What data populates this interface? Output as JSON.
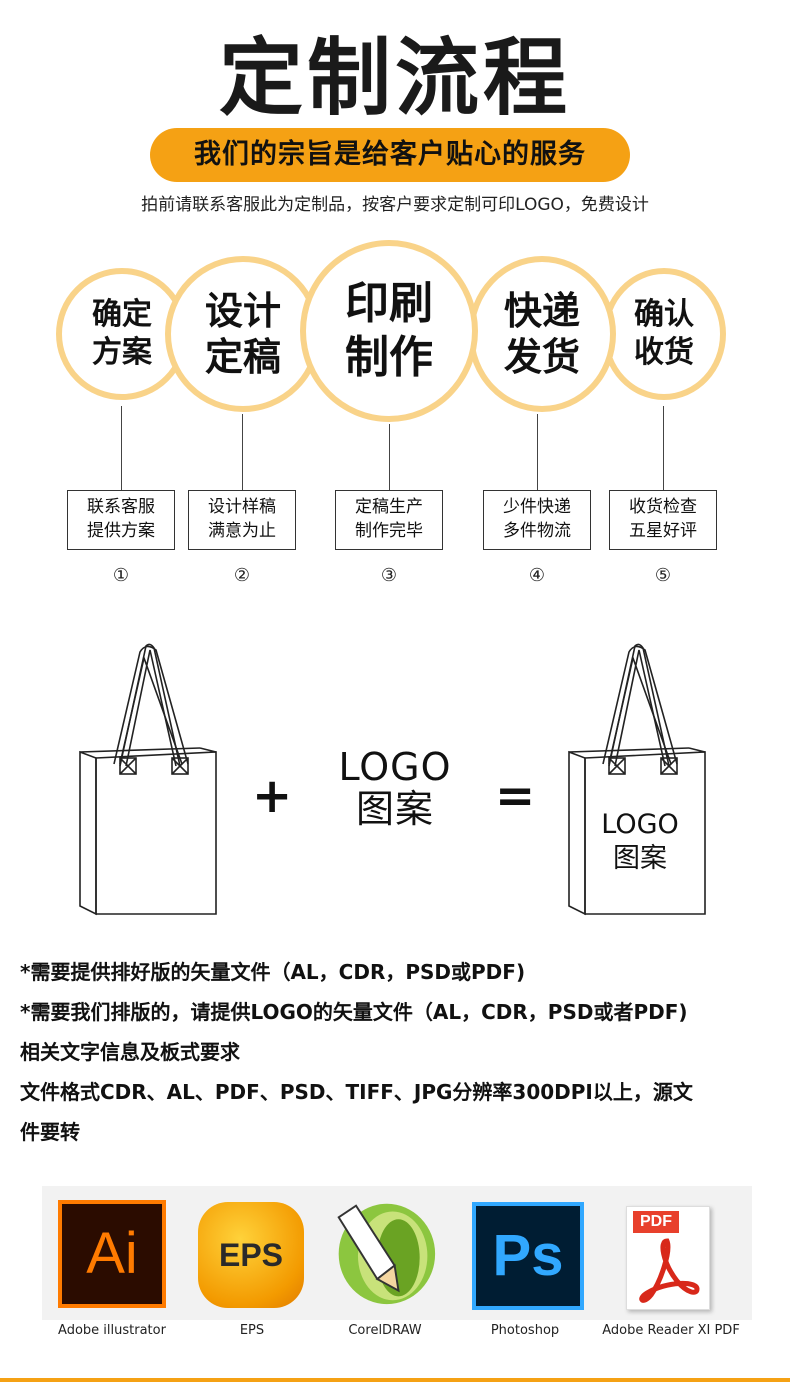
{
  "header": {
    "title": "定制流程",
    "slogan": "我们的宗旨是给客户贴心的服务",
    "note": "拍前请联系客服此为定制品，按客户要求定制可印LOGO，免费设计"
  },
  "steps": [
    {
      "circle_line1": "确定",
      "circle_line2": "方案",
      "box_line1": "联系客服",
      "box_line2": "提供方案",
      "number": "①"
    },
    {
      "circle_line1": "设计",
      "circle_line2": "定稿",
      "box_line1": "设计样稿",
      "box_line2": "满意为止",
      "number": "②"
    },
    {
      "circle_line1": "印刷",
      "circle_line2": "制作",
      "box_line1": "定稿生产",
      "box_line2": "制作完毕",
      "number": "③"
    },
    {
      "circle_line1": "快递",
      "circle_line2": "发货",
      "box_line1": "少件快递",
      "box_line2": "多件物流",
      "number": "④"
    },
    {
      "circle_line1": "确认",
      "circle_line2": "收货",
      "box_line1": "收货检查",
      "box_line2": "五星好评",
      "number": "⑤"
    }
  ],
  "equation": {
    "plus": "+",
    "equals": "=",
    "logo_line1": "LOGO",
    "logo_line2": "图案",
    "bag_logo_line1": "LOGO",
    "bag_logo_line2": "图案"
  },
  "requirements": [
    "*需要提供排好版的矢量文件（AL，CDR，PSD或PDF)",
    "*需要我们排版的，请提供LOGO的矢量文件（AL，CDR，PSD或者PDF)",
    "相关文字信息及板式要求",
    "文件格式CDR、AL、PDF、PSD、TIFF、JPG分辨率300DPI以上，源文",
    "件要转"
  ],
  "software": [
    {
      "icon_text": "Ai",
      "caption": "Adobe illustrator",
      "icon": "adobe-illustrator-icon"
    },
    {
      "icon_text": "EPS",
      "caption": "EPS",
      "icon": "eps-icon"
    },
    {
      "icon_text": "",
      "caption": "CorelDRAW",
      "icon": "coreldraw-icon"
    },
    {
      "icon_text": "Ps",
      "caption": "Photoshop",
      "icon": "photoshop-icon"
    },
    {
      "icon_text": "PDF",
      "caption": "Adobe Reader XI PDF",
      "icon": "pdf-icon"
    }
  ],
  "colors": {
    "accent": "#f5a114",
    "circle_border": "#f9d389"
  }
}
